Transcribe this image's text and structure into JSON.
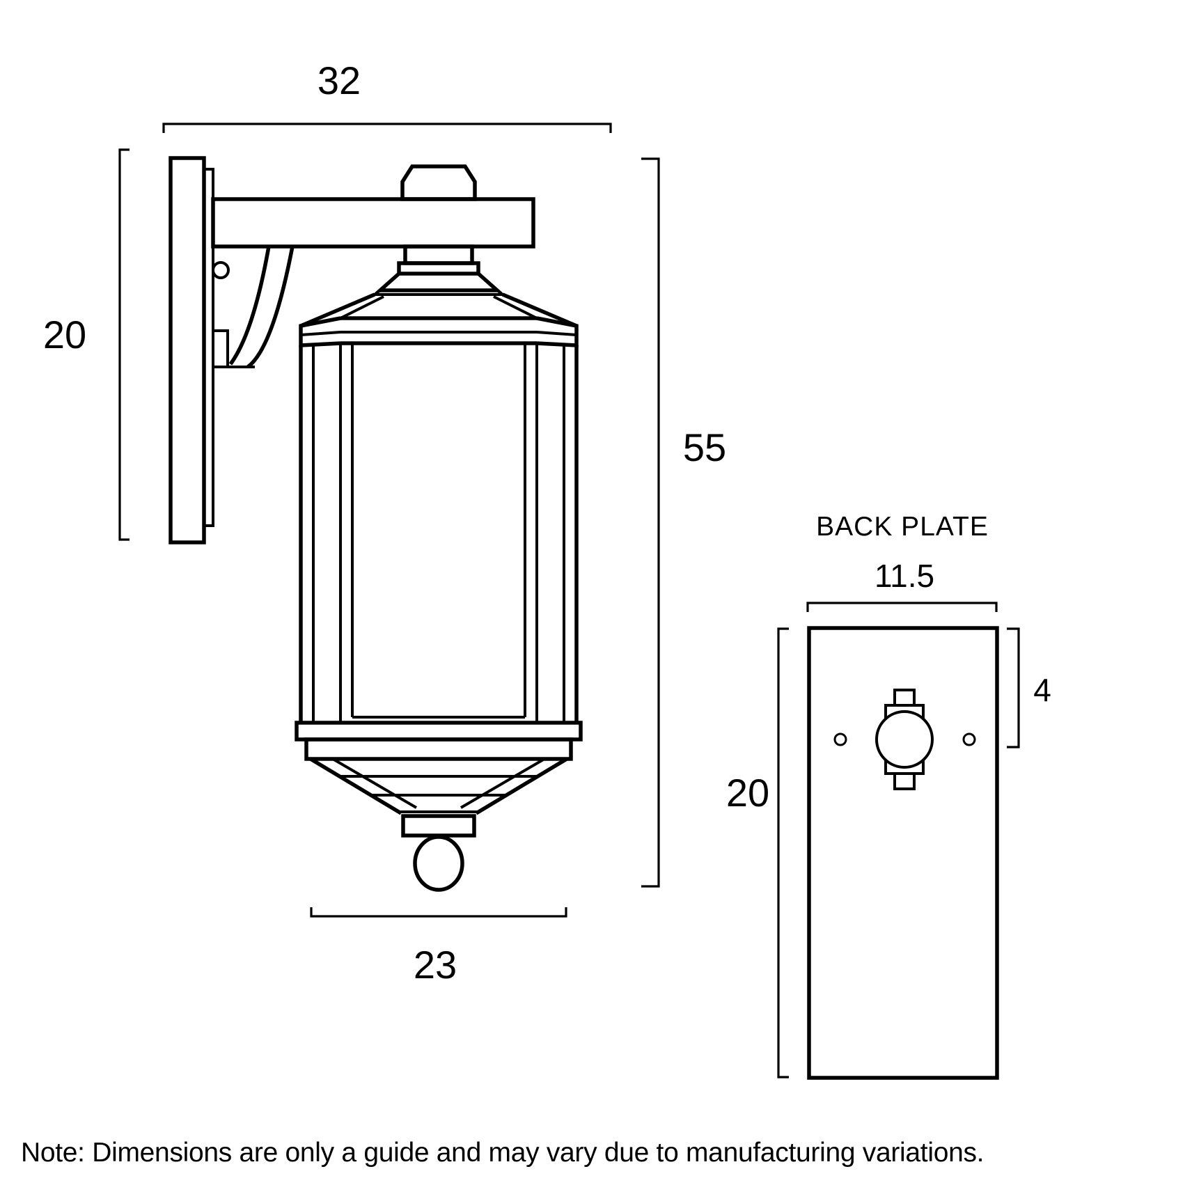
{
  "colors": {
    "background": "#ffffff",
    "line": "#000000"
  },
  "main_view": {
    "dims": {
      "top_width": "32",
      "backplate_height": "20",
      "overall_height": "55",
      "base_width": "23"
    }
  },
  "back_plate": {
    "title": "BACK PLATE",
    "dims": {
      "width": "11.5",
      "height": "20",
      "hole_offset": "4"
    }
  },
  "note": "Note: Dimensions are only a guide and may vary due to manufacturing variations."
}
